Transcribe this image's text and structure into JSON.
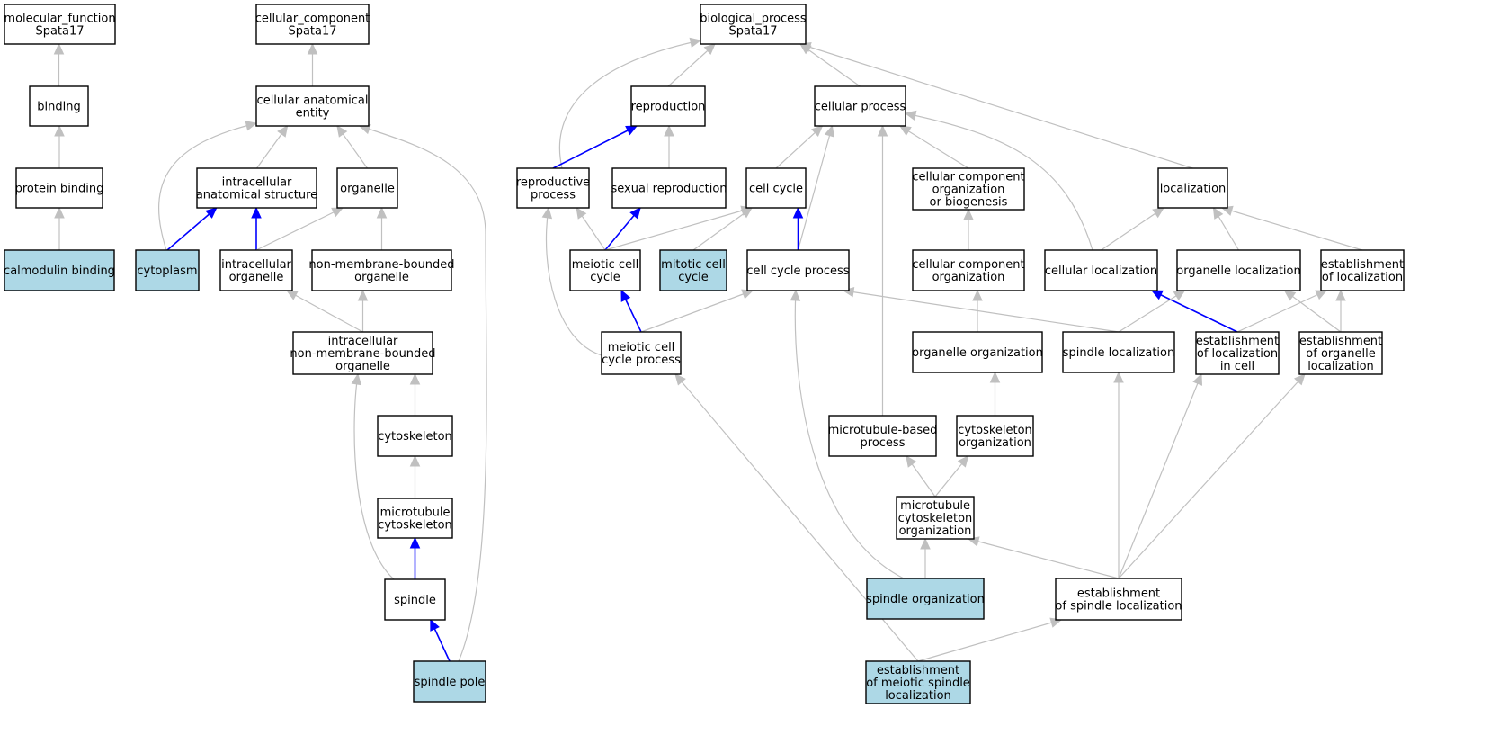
{
  "colors": {
    "highlight_fill": "#add8e6",
    "node_fill": "#ffffff",
    "edge_default": "#c0c0c0",
    "edge_highlight": "#0000ff"
  },
  "nodes": [
    {
      "id": "mf_root",
      "lines": [
        "molecular_function",
        "Spata17"
      ]
    },
    {
      "id": "binding",
      "lines": [
        "binding"
      ]
    },
    {
      "id": "protein_binding",
      "lines": [
        "protein binding"
      ]
    },
    {
      "id": "calmodulin_binding",
      "lines": [
        "calmodulin binding"
      ],
      "highlight": true
    },
    {
      "id": "cc_root",
      "lines": [
        "cellular_component",
        "Spata17"
      ]
    },
    {
      "id": "cell_anat_entity",
      "lines": [
        "cellular anatomical",
        "entity"
      ]
    },
    {
      "id": "intracell_anat_struct",
      "lines": [
        "intracellular",
        "anatomical structure"
      ]
    },
    {
      "id": "organelle",
      "lines": [
        "organelle"
      ]
    },
    {
      "id": "cytoplasm",
      "lines": [
        "cytoplasm"
      ],
      "highlight": true
    },
    {
      "id": "intracell_organelle",
      "lines": [
        "intracellular",
        "organelle"
      ]
    },
    {
      "id": "nonmem_organelle",
      "lines": [
        "non-membrane-bounded",
        "organelle"
      ]
    },
    {
      "id": "intracell_nonmem_organelle",
      "lines": [
        "intracellular",
        "non-membrane-bounded",
        "organelle"
      ]
    },
    {
      "id": "cytoskeleton",
      "lines": [
        "cytoskeleton"
      ]
    },
    {
      "id": "mt_cytoskeleton",
      "lines": [
        "microtubule",
        "cytoskeleton"
      ]
    },
    {
      "id": "spindle",
      "lines": [
        "spindle"
      ]
    },
    {
      "id": "spindle_pole",
      "lines": [
        "spindle pole"
      ],
      "highlight": true
    },
    {
      "id": "bp_root",
      "lines": [
        "biological_process",
        "Spata17"
      ]
    },
    {
      "id": "reproduction",
      "lines": [
        "reproduction"
      ]
    },
    {
      "id": "cellular_process",
      "lines": [
        "cellular process"
      ]
    },
    {
      "id": "reproductive_process",
      "lines": [
        "reproductive",
        "process"
      ]
    },
    {
      "id": "sexual_reproduction",
      "lines": [
        "sexual reproduction"
      ]
    },
    {
      "id": "cell_cycle",
      "lines": [
        "cell cycle"
      ]
    },
    {
      "id": "ccob",
      "lines": [
        "cellular component",
        "organization",
        "or biogenesis"
      ]
    },
    {
      "id": "localization",
      "lines": [
        "localization"
      ]
    },
    {
      "id": "meiotic_cell_cycle",
      "lines": [
        "meiotic cell",
        "cycle"
      ]
    },
    {
      "id": "mitotic_cell_cycle",
      "lines": [
        "mitotic cell",
        "cycle"
      ],
      "highlight": true
    },
    {
      "id": "cell_cycle_process",
      "lines": [
        "cell cycle process"
      ]
    },
    {
      "id": "cc_org",
      "lines": [
        "cellular component",
        "organization"
      ]
    },
    {
      "id": "cellular_localization",
      "lines": [
        "cellular localization"
      ]
    },
    {
      "id": "organelle_localization",
      "lines": [
        "organelle localization"
      ]
    },
    {
      "id": "establishment_localization",
      "lines": [
        "establishment",
        "of localization"
      ]
    },
    {
      "id": "meiotic_cc_process",
      "lines": [
        "meiotic cell",
        "cycle process"
      ]
    },
    {
      "id": "organelle_org",
      "lines": [
        "organelle organization"
      ]
    },
    {
      "id": "spindle_localization",
      "lines": [
        "spindle localization"
      ]
    },
    {
      "id": "est_loc_in_cell",
      "lines": [
        "establishment",
        "of localization",
        "in cell"
      ]
    },
    {
      "id": "est_organelle_loc",
      "lines": [
        "establishment",
        "of organelle",
        "localization"
      ]
    },
    {
      "id": "mt_based_process",
      "lines": [
        "microtubule-based",
        "process"
      ]
    },
    {
      "id": "cytoskeleton_org",
      "lines": [
        "cytoskeleton",
        "organization"
      ]
    },
    {
      "id": "mt_cytoskeleton_org",
      "lines": [
        "microtubule",
        "cytoskeleton",
        "organization"
      ]
    },
    {
      "id": "spindle_org",
      "lines": [
        "spindle organization"
      ],
      "highlight": true
    },
    {
      "id": "est_spindle_loc",
      "lines": [
        "establishment",
        "of spindle localization"
      ]
    },
    {
      "id": "est_meiotic_spindle_loc",
      "lines": [
        "establishment",
        "of meiotic spindle",
        "localization"
      ],
      "highlight": true
    }
  ],
  "edges": [
    {
      "from": "binding",
      "to": "mf_root"
    },
    {
      "from": "protein_binding",
      "to": "binding"
    },
    {
      "from": "calmodulin_binding",
      "to": "protein_binding"
    },
    {
      "from": "cell_anat_entity",
      "to": "cc_root"
    },
    {
      "from": "intracell_anat_struct",
      "to": "cell_anat_entity"
    },
    {
      "from": "organelle",
      "to": "cell_anat_entity"
    },
    {
      "from": "cytoplasm",
      "to": "cell_anat_entity"
    },
    {
      "from": "spindle_pole",
      "to": "cell_anat_entity"
    },
    {
      "from": "cytoplasm",
      "to": "intracell_anat_struct",
      "highlight": true
    },
    {
      "from": "intracell_organelle",
      "to": "intracell_anat_struct",
      "highlight": true
    },
    {
      "from": "intracell_organelle",
      "to": "organelle"
    },
    {
      "from": "nonmem_organelle",
      "to": "organelle"
    },
    {
      "from": "intracell_nonmem_organelle",
      "to": "intracell_organelle"
    },
    {
      "from": "intracell_nonmem_organelle",
      "to": "nonmem_organelle"
    },
    {
      "from": "cytoskeleton",
      "to": "intracell_nonmem_organelle"
    },
    {
      "from": "spindle",
      "to": "intracell_nonmem_organelle"
    },
    {
      "from": "mt_cytoskeleton",
      "to": "cytoskeleton"
    },
    {
      "from": "spindle",
      "to": "mt_cytoskeleton",
      "highlight": true
    },
    {
      "from": "spindle_pole",
      "to": "spindle",
      "highlight": true
    },
    {
      "from": "reproduction",
      "to": "bp_root"
    },
    {
      "from": "cellular_process",
      "to": "bp_root"
    },
    {
      "from": "reproductive_process",
      "to": "bp_root"
    },
    {
      "from": "localization",
      "to": "bp_root"
    },
    {
      "from": "reproductive_process",
      "to": "reproduction",
      "highlight": true
    },
    {
      "from": "sexual_reproduction",
      "to": "reproduction"
    },
    {
      "from": "cell_cycle",
      "to": "cellular_process"
    },
    {
      "from": "ccob",
      "to": "cellular_process"
    },
    {
      "from": "cell_cycle_process",
      "to": "cellular_process"
    },
    {
      "from": "cellular_localization",
      "to": "cellular_process"
    },
    {
      "from": "mt_based_process",
      "to": "cellular_process"
    },
    {
      "from": "meiotic_cell_cycle",
      "to": "reproductive_process"
    },
    {
      "from": "meiotic_cc_process",
      "to": "reproductive_process"
    },
    {
      "from": "meiotic_cell_cycle",
      "to": "sexual_reproduction",
      "highlight": true
    },
    {
      "from": "meiotic_cell_cycle",
      "to": "cell_cycle"
    },
    {
      "from": "mitotic_cell_cycle",
      "to": "cell_cycle"
    },
    {
      "from": "cell_cycle_process",
      "to": "cell_cycle",
      "highlight": true
    },
    {
      "from": "meiotic_cc_process",
      "to": "meiotic_cell_cycle",
      "highlight": true
    },
    {
      "from": "meiotic_cc_process",
      "to": "cell_cycle_process"
    },
    {
      "from": "spindle_localization",
      "to": "cell_cycle_process"
    },
    {
      "from": "spindle_org",
      "to": "cell_cycle_process"
    },
    {
      "from": "cc_org",
      "to": "ccob"
    },
    {
      "from": "organelle_org",
      "to": "cc_org"
    },
    {
      "from": "cytoskeleton_org",
      "to": "organelle_org"
    },
    {
      "from": "mt_cytoskeleton_org",
      "to": "mt_based_process"
    },
    {
      "from": "mt_cytoskeleton_org",
      "to": "cytoskeleton_org"
    },
    {
      "from": "spindle_org",
      "to": "mt_cytoskeleton_org"
    },
    {
      "from": "est_spindle_loc",
      "to": "mt_cytoskeleton_org"
    },
    {
      "from": "cellular_localization",
      "to": "localization"
    },
    {
      "from": "organelle_localization",
      "to": "localization"
    },
    {
      "from": "establishment_localization",
      "to": "localization"
    },
    {
      "from": "est_loc_in_cell",
      "to": "cellular_localization",
      "highlight": true
    },
    {
      "from": "spindle_localization",
      "to": "organelle_localization"
    },
    {
      "from": "est_organelle_loc",
      "to": "organelle_localization"
    },
    {
      "from": "est_loc_in_cell",
      "to": "establishment_localization"
    },
    {
      "from": "est_organelle_loc",
      "to": "establishment_localization"
    },
    {
      "from": "est_spindle_loc",
      "to": "spindle_localization"
    },
    {
      "from": "est_spindle_loc",
      "to": "est_loc_in_cell"
    },
    {
      "from": "est_spindle_loc",
      "to": "est_organelle_loc"
    },
    {
      "from": "est_meiotic_spindle_loc",
      "to": "meiotic_cc_process"
    },
    {
      "from": "est_meiotic_spindle_loc",
      "to": "est_spindle_loc"
    }
  ]
}
